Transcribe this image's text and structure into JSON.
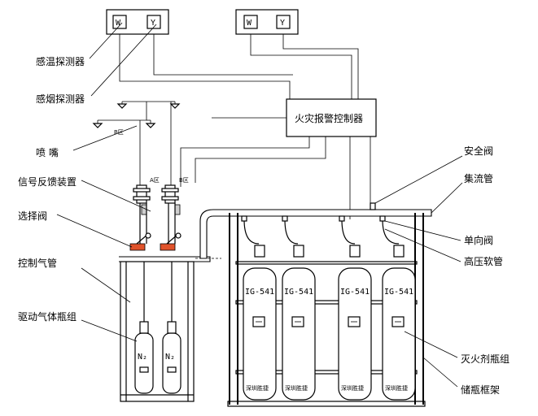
{
  "detector_box_left": {
    "w": "W",
    "y": "Y"
  },
  "detector_box_right": {
    "w": "W",
    "y": "Y"
  },
  "labels": {
    "temp_detector": "感温探测器",
    "smoke_detector": "感烟探测器",
    "nozzle": "喷 嘴",
    "signal_feedback": "信号反馈装置",
    "selector_valve": "选择阀",
    "control_pipe": "控制气管",
    "drive_gas_group": "驱动气体瓶组",
    "fire_controller": "火灾报警控制器",
    "safety_valve": "安全阀",
    "manifold": "集流管",
    "check_valve": "单向阀",
    "high_pressure_hose": "高压软管",
    "agent_cylinder_group": "灭火剂瓶组",
    "cylinder_rack": "储瓶框架"
  },
  "zone_labels": {
    "a": "A区",
    "b": "B区",
    "b2": "B区"
  },
  "cylinders": {
    "agent": [
      "IG-541",
      "IG-541",
      "IG-541",
      "IG-541"
    ],
    "drive": [
      "N₂",
      "N₂"
    ],
    "foot_label": "深圳胜捷"
  }
}
